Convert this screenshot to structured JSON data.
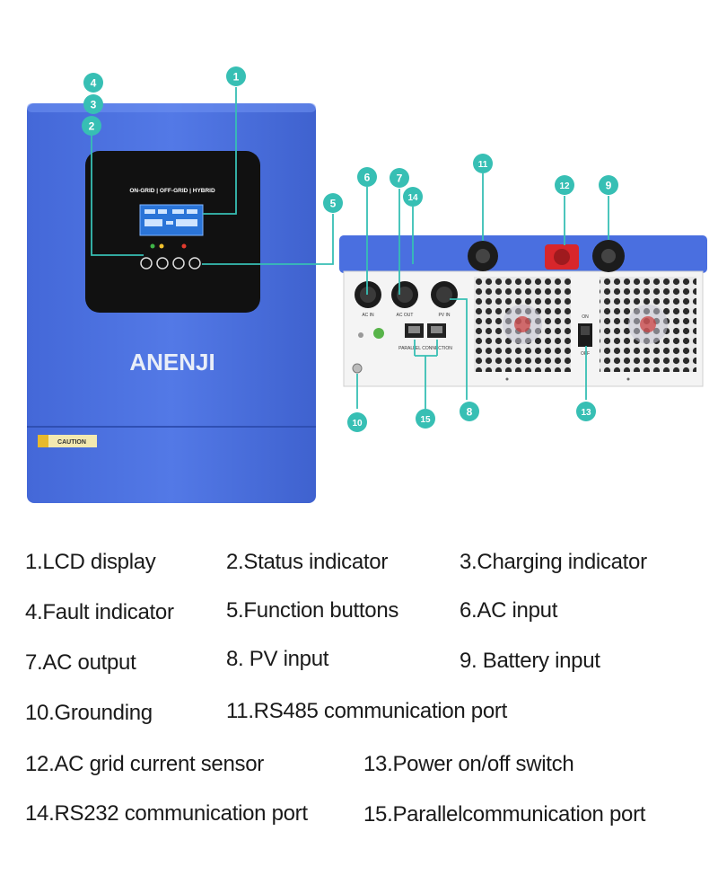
{
  "device": {
    "mode_label": "ON-GRID | OFF-GRID | HYBRID",
    "brand": "ANENJI",
    "caution_label": "CAUTION",
    "port_labels": {
      "ac_in": "AC IN",
      "ac_out": "AC OUT",
      "pv_in": "PV IN",
      "parallel": "PARALLEL CONNECTION"
    },
    "switch_labels": {
      "on": "ON",
      "off": "OFF"
    },
    "colors": {
      "housing": "#4a6fe0",
      "housing_dark": "#3a5bc6",
      "panel": "#111111",
      "lcd": "#2a74d8",
      "callout": "#37bfb4",
      "battery_red": "#d8262b",
      "brand_text": "#e9eef8"
    }
  },
  "callouts": [
    "1",
    "2",
    "3",
    "4",
    "5",
    "6",
    "7",
    "8",
    "9",
    "10",
    "11",
    "12",
    "13",
    "14",
    "15"
  ],
  "legend": [
    "1.LCD display",
    "2.Status indicator",
    "3.Charging indicator",
    "4.Fault indicator",
    "5.Function buttons",
    "6.AC input",
    "7.AC output",
    "8. PV input",
    "9. Battery input",
    "10.Grounding",
    "11.RS485 communication port",
    "12.AC grid current sensor",
    "13.Power on/off switch",
    "14.RS232 communication port",
    "15.Parallelcommunication port"
  ]
}
